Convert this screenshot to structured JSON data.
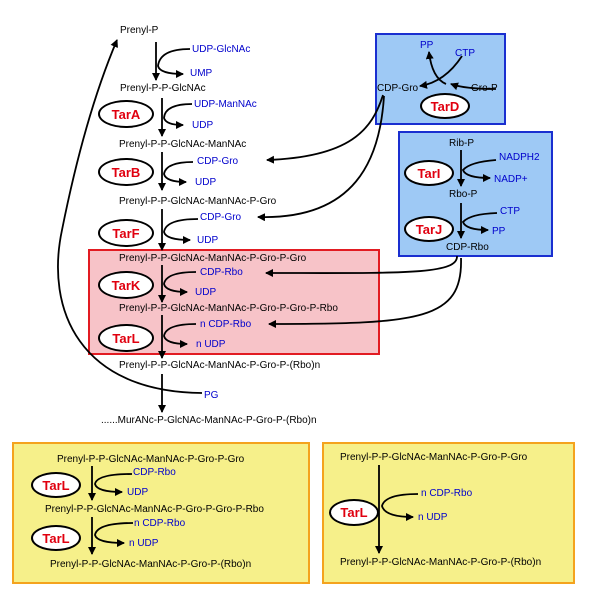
{
  "colors": {
    "tarD_fill": "#9ec9f5",
    "tarD_border": "#1a2fd0",
    "tarL_fill": "#f7c3c8",
    "tarL_border": "#e21b22",
    "yellow_fill": "#f6f08a",
    "yellow_border": "#f4a31e",
    "enzyme_text": "#e0000f",
    "cofactor_text": "#0000cc"
  },
  "main": {
    "prenyl_p": "Prenyl-P",
    "udp_glcnac": "UDP-GlcNAc",
    "ump": "UMP",
    "prenyl_pp_glcnac": "Prenyl-P-P-GlcNAc",
    "tarA": "TarA",
    "udp_mannac": "UDP-ManNAc",
    "udp_1": "UDP",
    "prenyl_pp_glcnac_mannac": "Prenyl-P-P-GlcNAc-ManNAc",
    "tarB": "TarB",
    "cdp_gro_1": "CDP-Gro",
    "udp_2": "UDP",
    "prenyl_pp_glcnac_mannac_p_gro": "Prenyl-P-P-GlcNAc-ManNAc-P-Gro",
    "tarF": "TarF",
    "cdp_gro_2": "CDP-Gro",
    "udp_3": "UDP",
    "prenyl_pp_glcnac_mannac_p_gro_p_gro": "Prenyl-P-P-GlcNAc-ManNAc-P-Gro-P-Gro",
    "tarK": "TarK",
    "cdp_rbo_1": "CDP-Rbo",
    "udp_4": "UDP",
    "prenyl_with_rbo": "Prenyl-P-P-GlcNAc-ManNAc-P-Gro-P-Gro-P-Rbo",
    "tarL": "TarL",
    "n_cdp_rbo": "n CDP-Rbo",
    "n_udp": "n UDP",
    "prenyl_rbo_n": "Prenyl-P-P-GlcNAc-ManNAc-P-Gro-P-(Rbo)n",
    "pg": "PG",
    "final_product": "......MurANc-P-GlcNAc-ManNAc-P-Gro-P-(Rbo)n"
  },
  "tarD_box": {
    "pp": "PP",
    "ctp": "CTP",
    "cdp_gro": "CDP-Gro",
    "gro_p": "Gro-P",
    "tarD": "TarD"
  },
  "tarIJ_box": {
    "rib_p": "Rib-P",
    "nadph2": "NADPH2",
    "tarI": "TarI",
    "nadp_plus": "NADP+",
    "rbo_p": "Rbo-P",
    "ctp": "CTP",
    "tarJ": "TarJ",
    "pp": "PP",
    "cdp_rbo": "CDP-Rbo"
  },
  "bottom_left": {
    "substrate": "Prenyl-P-P-GlcNAc-ManNAc-P-Gro-P-Gro",
    "tarL_1": "TarL",
    "cdp_rbo": "CDP-Rbo",
    "udp": "UDP",
    "intermediate": "Prenyl-P-P-GlcNAc-ManNAc-P-Gro-P-Gro-P-Rbo",
    "tarL_2": "TarL",
    "n_cdp_rbo": "n CDP-Rbo",
    "n_udp": "n UDP",
    "product": "Prenyl-P-P-GlcNAc-ManNAc-P-Gro-P-(Rbo)n"
  },
  "bottom_right": {
    "substrate": "Prenyl-P-P-GlcNAc-ManNAc-P-Gro-P-Gro",
    "tarL": "TarL",
    "n_cdp_rbo": "n CDP-Rbo",
    "n_udp": "n UDP",
    "product": "Prenyl-P-P-GlcNAc-ManNAc-P-Gro-P-(Rbo)n"
  }
}
